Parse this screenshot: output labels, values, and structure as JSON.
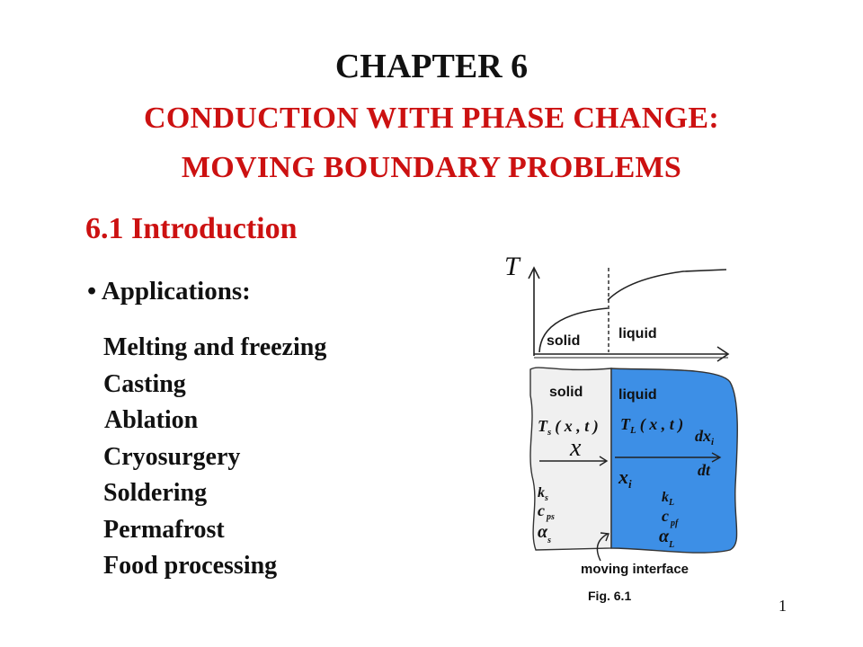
{
  "slide": {
    "chapter": "CHAPTER 6",
    "title_line1": "CONDUCTION WITH PHASE CHANGE:",
    "title_line2": "MOVING BOUNDARY PROBLEMS",
    "section": "6.1 Introduction",
    "applications_label": "Applications:",
    "bullet": "•",
    "applications": [
      "Melting and freezing",
      "Casting",
      "Ablation",
      "Cryosurgery",
      "Soldering",
      "Permafrost",
      "Food processing"
    ],
    "page_number": "1"
  },
  "figure": {
    "caption": "Fig. 6.1",
    "graph": {
      "axis_T": "T",
      "solid_label": "solid",
      "liquid_label": "liquid"
    },
    "domain": {
      "solid_label": "solid",
      "liquid_label": "liquid",
      "Ts_symbol": "T",
      "Ts_sub": "s",
      "Ts_args": "( x , t )",
      "TL_symbol": "T",
      "TL_sub": "L",
      "TL_args": "( x , t )",
      "x_label": "x",
      "xi_symbol": "x",
      "xi_sub": "i",
      "dx_num": "dx",
      "dx_num_sub": "i",
      "dx_den": "dt",
      "ks": "k",
      "ks_sub": "s",
      "cps": "c",
      "cps_sub": "ps",
      "alphas": "α",
      "alphas_sub": "s",
      "kL": "k",
      "kL_sub": "L",
      "cpf": "c",
      "cpf_sub": "pf",
      "alphaL": "α",
      "alphaL_sub": "L",
      "interface_label": "moving interface"
    },
    "colors": {
      "solid_fill": "#f0f0f0",
      "liquid_fill": "#3d8fe6",
      "title_red": "#cc1111"
    }
  }
}
